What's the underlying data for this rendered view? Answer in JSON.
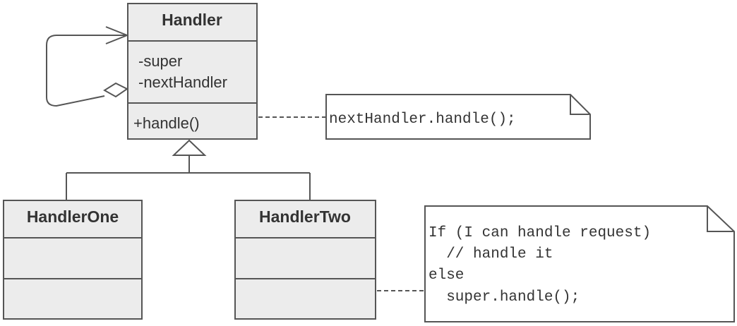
{
  "diagram": {
    "colors": {
      "box_fill": "#ececec",
      "stroke": "#555555",
      "text": "#333333",
      "note_fill": "#ffffff"
    },
    "classes": [
      {
        "id": "handler",
        "name": "Handler",
        "attributes": [
          "-super",
          "-nextHandler"
        ],
        "operations": [
          "+handle()"
        ]
      },
      {
        "id": "handler-one",
        "name": "HandlerOne",
        "attributes": [],
        "operations": []
      },
      {
        "id": "handler-two",
        "name": "HandlerTwo",
        "attributes": [],
        "operations": []
      }
    ],
    "notes": [
      {
        "id": "note-handle",
        "lines": [
          "nextHandler.handle();"
        ]
      },
      {
        "id": "note-logic",
        "lines": [
          "If (I can handle request)",
          "  // handle it",
          "else",
          "  super.handle();"
        ]
      }
    ]
  }
}
